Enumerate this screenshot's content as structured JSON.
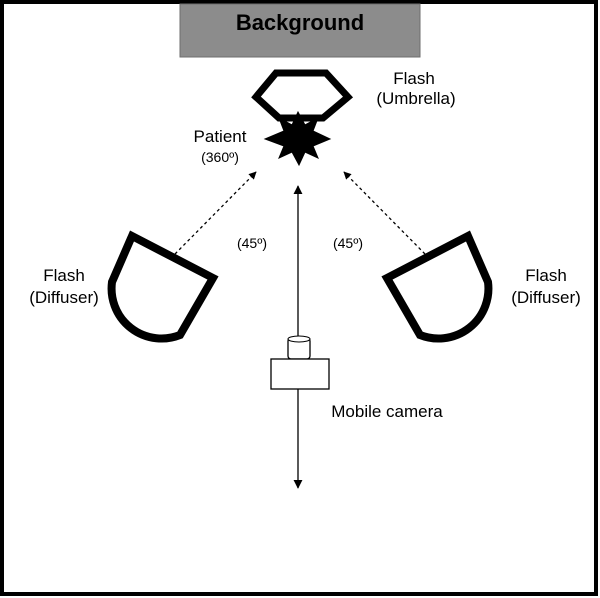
{
  "background_label": "Background",
  "flash_top": {
    "line1": "Flash",
    "line2": "(Umbrella)"
  },
  "patient": {
    "line1": "Patient",
    "line2": "(360º)"
  },
  "flash_left": {
    "line1": "Flash",
    "line2": "(Diffuser)"
  },
  "flash_right": {
    "line1": "Flash",
    "line2": "(Diffuser)"
  },
  "angle_left": "(45º)",
  "angle_right": "(45º)",
  "camera_label": "Mobile camera",
  "colors": {
    "background_bar": "#8c8c8c",
    "outline": "#000000",
    "canvas": "#ffffff"
  }
}
